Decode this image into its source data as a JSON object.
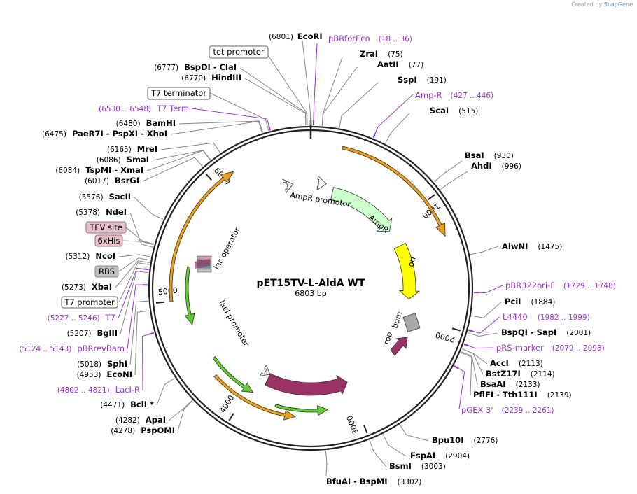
{
  "credit": {
    "prefix": "Created by",
    "brand": "SnapGene"
  },
  "plasmid": {
    "name": "pET15TV-L-AldA WT",
    "length_label": "6803 bp",
    "length": 6803
  },
  "colors": {
    "enzyme": "#000000",
    "primer": "#9933cc",
    "ori": "#ffff00",
    "ampr": "#ccffcc",
    "laci": "#993366",
    "orf": "#e6a020",
    "tev": "#e6c0c8",
    "rbs": "#bfbfbf",
    "rop": "#993366"
  },
  "ticks": [
    "1000",
    "2000",
    "3000",
    "4000",
    "5000",
    "6000"
  ],
  "enzymes": [
    {
      "name": "EcoRI",
      "pos": "(6801)"
    },
    {
      "name": "ZraI",
      "pos": "(75)"
    },
    {
      "name": "AatII",
      "pos": "(77)"
    },
    {
      "name": "SspI",
      "pos": "(191)"
    },
    {
      "name": "ScaI",
      "pos": "(515)"
    },
    {
      "name": "BsaI",
      "pos": "(930)"
    },
    {
      "name": "AhdI",
      "pos": "(996)"
    },
    {
      "name": "AlwNI",
      "pos": "(1475)"
    },
    {
      "name": "PciI",
      "pos": "(1884)"
    },
    {
      "name": "BspQI - SapI",
      "pos": "(2001)"
    },
    {
      "name": "AccI",
      "pos": "(2113)"
    },
    {
      "name": "BstZ17I",
      "pos": "(2114)"
    },
    {
      "name": "BsaAI",
      "pos": "(2133)"
    },
    {
      "name": "PflFI - Tth111I",
      "pos": "(2139)"
    },
    {
      "name": "Bpu10I",
      "pos": "(2776)"
    },
    {
      "name": "FspAI",
      "pos": "(2904)"
    },
    {
      "name": "BsmI",
      "pos": "(3003)"
    },
    {
      "name": "BfuAI - BspMI",
      "pos": "(3302)"
    },
    {
      "name": "BspDI - ClaI",
      "pos": "(6777)"
    },
    {
      "name": "HindIII",
      "pos": "(6770)"
    },
    {
      "name": "BamHI",
      "pos": "(6480)"
    },
    {
      "name": "PaeR7I - PspXI - XhoI",
      "pos": "(6475)"
    },
    {
      "name": "MreI",
      "pos": "(6165)"
    },
    {
      "name": "SmaI",
      "pos": "(6086)"
    },
    {
      "name": "TspMI - XmaI",
      "pos": "(6084)"
    },
    {
      "name": "BsrGI",
      "pos": "(6017)"
    },
    {
      "name": "SacII",
      "pos": "(5576)"
    },
    {
      "name": "NdeI",
      "pos": "(5378)"
    },
    {
      "name": "NcoI",
      "pos": "(5312)"
    },
    {
      "name": "XbaI",
      "pos": "(5273)"
    },
    {
      "name": "BglII",
      "pos": "(5207)"
    },
    {
      "name": "SphI",
      "pos": "(5018)"
    },
    {
      "name": "EcoNI",
      "pos": "(4953)"
    },
    {
      "name": "BclI *",
      "pos": "(4471)"
    },
    {
      "name": "ApaI",
      "pos": "(4282)"
    },
    {
      "name": "PspOMI",
      "pos": "(4278)"
    }
  ],
  "primers": [
    {
      "name": "pBRforEco",
      "range": "(18 .. 36)"
    },
    {
      "name": "Amp-R",
      "range": "(427 .. 446)"
    },
    {
      "name": "pBR322ori-F",
      "range": "(1729 .. 1748)"
    },
    {
      "name": "L4440",
      "range": "(1982 .. 1999)"
    },
    {
      "name": "pRS-marker",
      "range": "(2079 .. 2098)"
    },
    {
      "name": "pGEX 3'",
      "range": "(2239 .. 2261)"
    },
    {
      "name": "T7 Term",
      "range": "(6530 .. 6548)"
    },
    {
      "name": "T7",
      "range": "(5227 .. 5246)"
    },
    {
      "name": "pBRrevBam",
      "range": "(5124 .. 5143)"
    },
    {
      "name": "LacI-R",
      "range": "(4802 .. 4821)"
    }
  ],
  "boxed_labels": [
    "tet promoter",
    "T7 terminator",
    "TEV site",
    "6xHis",
    "RBS",
    "T7 promoter"
  ],
  "features": {
    "ampr_promoter": "AmpR promoter",
    "ampr": "AmpR",
    "ori": "ori",
    "bom": "bom",
    "rop": "rop",
    "laci": "lacI",
    "laci_promoter": "lacI promoter",
    "lac_operator": "lac operator"
  }
}
